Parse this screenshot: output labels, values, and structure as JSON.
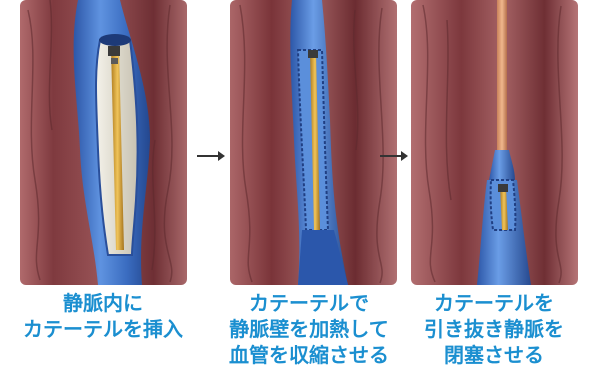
{
  "steps": [
    {
      "caption_lines": [
        "静脈内に",
        "カテーテルを挿入"
      ],
      "illustration": "catheter-inserted-in-vein"
    },
    {
      "caption_lines": [
        "カテーテルで",
        "静脈壁を加熱して",
        "血管を収縮させる"
      ],
      "illustration": "vein-wall-heated-and-contracted"
    },
    {
      "caption_lines": [
        "カテーテルを",
        "引き抜き静脈を",
        "閉塞させる"
      ],
      "illustration": "catheter-withdrawn-vein-occluded"
    }
  ],
  "colors": {
    "caption_text": "#1b8fd0",
    "vein_blue": "#3d6fc2",
    "tissue": "#8f4a4d",
    "catheter": "#d9a63a",
    "arrow": "#333333"
  }
}
